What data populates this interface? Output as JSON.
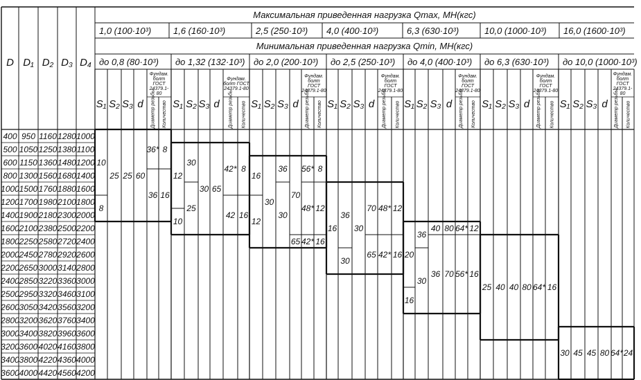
{
  "header": {
    "max_title": "Максимальная приведенная нагрузка Qmax, МН(кгс)",
    "min_title": "Минимальная приведенная нагрузка Qmin, МН(кгс)",
    "left_cols": [
      "D",
      "D₁",
      "D₂",
      "D₃",
      "D₄"
    ],
    "sub_cols": [
      "S₁",
      "S₂",
      "S₃",
      "d"
    ],
    "bolt_header": "Фундам. болт ГОСТ 24379.1-80",
    "bolt_dia": "Диаметр резьбы",
    "bolt_count": "Количество"
  },
  "rows": [
    [
      "400",
      "950",
      "1160",
      "1280",
      "1000"
    ],
    [
      "500",
      "1050",
      "1250",
      "1380",
      "1100"
    ],
    [
      "600",
      "1150",
      "1360",
      "1480",
      "1200"
    ],
    [
      "800",
      "1300",
      "1560",
      "1680",
      "1400"
    ],
    [
      "1000",
      "1500",
      "1760",
      "1880",
      "1600"
    ],
    [
      "1200",
      "1700",
      "1980",
      "2100",
      "1800"
    ],
    [
      "1400",
      "1900",
      "2180",
      "2300",
      "2000"
    ],
    [
      "1600",
      "2100",
      "2380",
      "2500",
      "2200"
    ],
    [
      "1800",
      "2250",
      "2580",
      "2720",
      "2400"
    ],
    [
      "2000",
      "2450",
      "2780",
      "2920",
      "2600"
    ],
    [
      "2200",
      "2650",
      "3000",
      "3140",
      "2800"
    ],
    [
      "2400",
      "2850",
      "3220",
      "3360",
      "3000"
    ],
    [
      "2500",
      "2950",
      "3320",
      "3460",
      "3100"
    ],
    [
      "2600",
      "3050",
      "3420",
      "3560",
      "3200"
    ],
    [
      "2800",
      "3200",
      "3620",
      "3760",
      "3400"
    ],
    [
      "3000",
      "3400",
      "3820",
      "3960",
      "3600"
    ],
    [
      "3200",
      "3600",
      "4020",
      "4160",
      "3800"
    ],
    [
      "3400",
      "3800",
      "4220",
      "4360",
      "4000"
    ],
    [
      "3600",
      "4000",
      "4420",
      "4560",
      "4200"
    ]
  ],
  "groups": [
    {
      "max": "1,0 (100·10³)",
      "min": "до 0,8 (80·10³)",
      "first_row": 0,
      "last_row": 6,
      "cells": [
        [
          0,
          0,
          4,
          "10"
        ],
        [
          0,
          5,
          6,
          "8"
        ],
        [
          1,
          0,
          6,
          "25"
        ],
        [
          2,
          0,
          6,
          "25"
        ],
        [
          3,
          0,
          6,
          "60"
        ],
        [
          4,
          0,
          2,
          "36*"
        ],
        [
          4,
          3,
          6,
          "36"
        ],
        [
          5,
          0,
          2,
          "8"
        ],
        [
          5,
          3,
          6,
          "16"
        ]
      ]
    },
    {
      "max": "1,6 (160·10³)",
      "min": "до 1,32 (132·10³)",
      "first_row": 1,
      "last_row": 7,
      "cells": [
        [
          0,
          1,
          5,
          "12"
        ],
        [
          0,
          6,
          7,
          "10"
        ],
        [
          1,
          1,
          3,
          "30"
        ],
        [
          1,
          4,
          7,
          "25"
        ],
        [
          2,
          1,
          7,
          "30"
        ],
        [
          3,
          1,
          7,
          "65"
        ],
        [
          4,
          1,
          4,
          "42*"
        ],
        [
          4,
          5,
          7,
          "42"
        ],
        [
          5,
          1,
          4,
          "8"
        ],
        [
          5,
          5,
          7,
          "16"
        ]
      ]
    },
    {
      "max": "2,5 (250·10³)",
      "min": "до 2,0 (200·10³)",
      "first_row": 2,
      "last_row": 8,
      "cells": [
        [
          0,
          2,
          4,
          "16"
        ],
        [
          0,
          5,
          8,
          "12"
        ],
        [
          1,
          2,
          8,
          "30"
        ],
        [
          2,
          2,
          3,
          "36"
        ],
        [
          2,
          4,
          8,
          "30"
        ],
        [
          3,
          2,
          7,
          "70"
        ],
        [
          3,
          8,
          8,
          "65"
        ],
        [
          4,
          2,
          3,
          "56*"
        ],
        [
          4,
          4,
          7,
          "48*"
        ],
        [
          4,
          8,
          8,
          "42*"
        ],
        [
          5,
          2,
          3,
          "8"
        ],
        [
          5,
          4,
          7,
          "12"
        ],
        [
          5,
          8,
          8,
          "16"
        ]
      ]
    },
    {
      "max": "4,0 (400·10³)",
      "min": "до 2,5 (250·10³)",
      "first_row": 4,
      "last_row": 10,
      "cells": [
        [
          0,
          4,
          10,
          "16"
        ],
        [
          1,
          4,
          8,
          "36"
        ],
        [
          1,
          9,
          10,
          "30"
        ],
        [
          2,
          4,
          10,
          "30"
        ],
        [
          3,
          4,
          7,
          "70"
        ],
        [
          3,
          8,
          10,
          "65"
        ],
        [
          4,
          4,
          7,
          "48*"
        ],
        [
          4,
          8,
          10,
          "42*"
        ],
        [
          5,
          4,
          7,
          "12"
        ],
        [
          5,
          8,
          10,
          "16"
        ]
      ]
    },
    {
      "max": "6,3 (630·10³)",
      "min": "до 4,0 (400·10³)",
      "first_row": 7,
      "last_row": 13,
      "cells": [
        [
          0,
          7,
          11,
          "20"
        ],
        [
          0,
          12,
          13,
          "16"
        ],
        [
          1,
          7,
          8,
          "36"
        ],
        [
          1,
          9,
          13,
          "30"
        ],
        [
          2,
          7,
          7,
          "40"
        ],
        [
          2,
          8,
          13,
          "36"
        ],
        [
          3,
          7,
          7,
          "80"
        ],
        [
          3,
          8,
          13,
          "70"
        ],
        [
          4,
          7,
          7,
          "64*"
        ],
        [
          4,
          8,
          13,
          "56*"
        ],
        [
          5,
          7,
          7,
          "12"
        ],
        [
          5,
          8,
          13,
          "16"
        ]
      ]
    },
    {
      "max": "10,0 (1000·10³)",
      "min": "до 6,3 (630·10³)",
      "first_row": 8,
      "last_row": 15,
      "cells": [
        [
          0,
          8,
          15,
          "25"
        ],
        [
          1,
          8,
          15,
          "40"
        ],
        [
          2,
          8,
          15,
          "40"
        ],
        [
          3,
          8,
          15,
          "80"
        ],
        [
          4,
          8,
          15,
          "64*"
        ],
        [
          5,
          8,
          15,
          "16"
        ]
      ]
    },
    {
      "max": "16,0 (1600·10³)",
      "min": "до 10,0 (1000·10³)",
      "first_row": 15,
      "last_row": 18,
      "cells": [
        [
          0,
          15,
          18,
          "30"
        ],
        [
          1,
          15,
          18,
          "45"
        ],
        [
          2,
          15,
          18,
          "45"
        ],
        [
          3,
          15,
          18,
          "80"
        ],
        [
          4,
          15,
          18,
          "64*"
        ],
        [
          5,
          15,
          18,
          "24"
        ]
      ]
    }
  ]
}
